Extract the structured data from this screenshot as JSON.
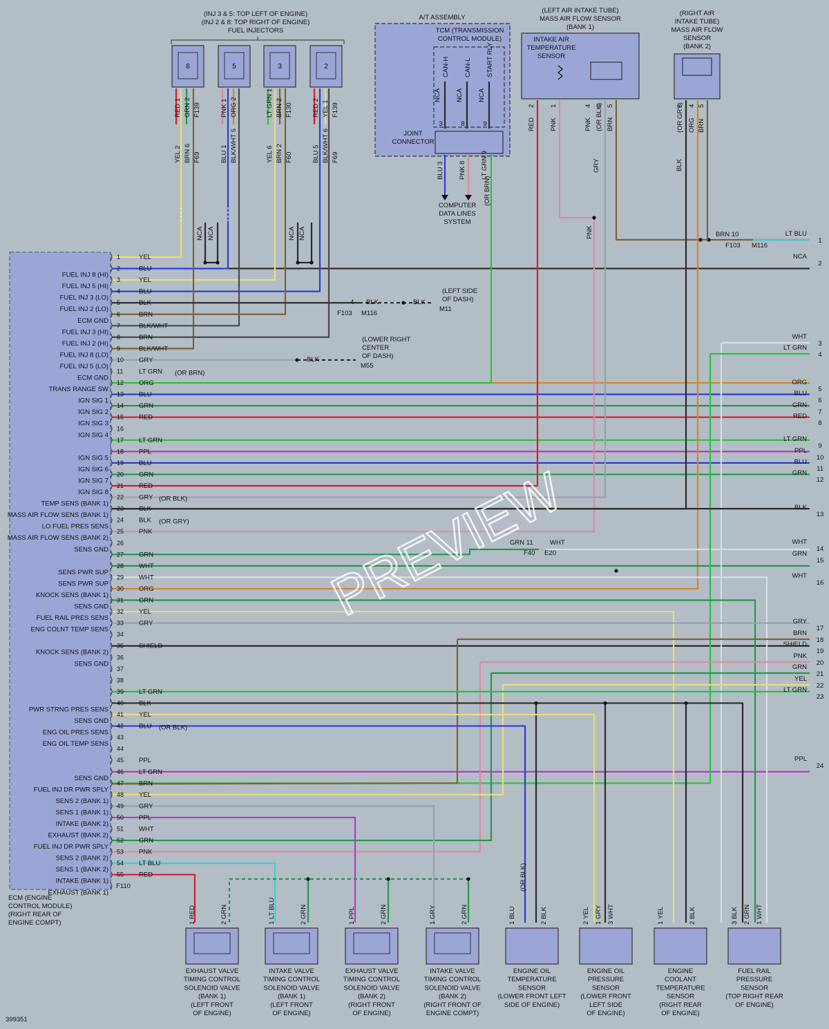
{
  "diagram_id": "399351",
  "watermark": "PREVIEW",
  "colors": {
    "YEL": "#e5e07a",
    "BLU": "#2b3fd6",
    "BLK": "#2a2a2a",
    "BRN": "#7a6238",
    "BLKWHT": "#4a4a4a",
    "GRY": "#9aa1a8",
    "LTGRN": "#2cc13a",
    "ORG": "#d9822b",
    "GRN": "#1f9a46",
    "RED": "#d4202a",
    "PPL": "#b43ac4",
    "PNK": "#d88da0",
    "WHT": "#d9dde0",
    "LTBLU": "#3ad0d8",
    "SHIELD": "#222222"
  },
  "ecm": {
    "title": [
      "ECM (ENGINE",
      "CONTROL MODULE)",
      "(RIGHT REAR OF",
      "ENGINE COMPT)"
    ],
    "connector": "F110",
    "pins": [
      {
        "n": "1",
        "label": "",
        "wire": "YEL"
      },
      {
        "n": "2",
        "label": "FUEL INJ 8 (HI)",
        "wire": "BLU"
      },
      {
        "n": "3",
        "label": "FUEL INJ 5 (HI)",
        "wire": "YEL"
      },
      {
        "n": "4",
        "label": "FUEL INJ 3 (LO)",
        "wire": "BLU"
      },
      {
        "n": "5",
        "label": "FUEL INJ 2 (LO)",
        "wire": "BLK"
      },
      {
        "n": "6",
        "label": "ECM GND",
        "wire": "BRN"
      },
      {
        "n": "7",
        "label": "FUEL INJ 3 (HI)",
        "wire": "BLK/WHT"
      },
      {
        "n": "8",
        "label": "FUEL INJ 2 (HI)",
        "wire": "BRN"
      },
      {
        "n": "9",
        "label": "FUEL INJ 8 (LO)",
        "wire": "BLK/WHT"
      },
      {
        "n": "10",
        "label": "FUEL INJ 5 (LO)",
        "wire": "GRY"
      },
      {
        "n": "11",
        "label": "ECM GND",
        "wire": "LT GRN"
      },
      {
        "n": "12",
        "label": "TRANS RANGE SW",
        "wire": "ORG"
      },
      {
        "n": "13",
        "label": "IGN SIG 1",
        "wire": "BLU"
      },
      {
        "n": "14",
        "label": "IGN SIG 2",
        "wire": "GRN"
      },
      {
        "n": "15",
        "label": "IGN SIG 3",
        "wire": "RED"
      },
      {
        "n": "16",
        "label": "IGN SIG 4",
        "wire": ""
      },
      {
        "n": "17",
        "label": "",
        "wire": "LT GRN"
      },
      {
        "n": "18",
        "label": "IGN SIG 5",
        "wire": "PPL"
      },
      {
        "n": "19",
        "label": "IGN SIG 6",
        "wire": "BLU"
      },
      {
        "n": "20",
        "label": "IGN SIG 7",
        "wire": "GRN"
      },
      {
        "n": "21",
        "label": "IGN SIG 8",
        "wire": "RED"
      },
      {
        "n": "22",
        "label": "TEMP SENS (BANK 1)",
        "wire": "GRY"
      },
      {
        "n": "23",
        "label": "MASS AIR FLOW SENS (BANK 1)",
        "wire": "BLK"
      },
      {
        "n": "24",
        "label": "LO FUEL PRES SENS",
        "wire": "BLK"
      },
      {
        "n": "25",
        "label": "MASS AIR FLOW SENS (BANK 2)",
        "wire": "PNK"
      },
      {
        "n": "26",
        "label": "SENS GND",
        "wire": ""
      },
      {
        "n": "27",
        "label": "",
        "wire": "GRN"
      },
      {
        "n": "28",
        "label": "SENS PWR SUP",
        "wire": "WHT"
      },
      {
        "n": "29",
        "label": "SENS PWR SUP",
        "wire": "WHT"
      },
      {
        "n": "30",
        "label": "KNOCK SENS (BANK 1)",
        "wire": "ORG"
      },
      {
        "n": "31",
        "label": "SENS GND",
        "wire": "GRN"
      },
      {
        "n": "32",
        "label": "FUEL RAIL PRES SENS",
        "wire": "YEL"
      },
      {
        "n": "33",
        "label": "ENG COLNT TEMP SENS",
        "wire": "GRY"
      },
      {
        "n": "34",
        "label": "",
        "wire": ""
      },
      {
        "n": "35",
        "label": "KNOCK SENS (BANK 2)",
        "wire": "SHIELD"
      },
      {
        "n": "36",
        "label": "SENS GND",
        "wire": ""
      },
      {
        "n": "37",
        "label": "",
        "wire": ""
      },
      {
        "n": "38",
        "label": "",
        "wire": ""
      },
      {
        "n": "39",
        "label": "",
        "wire": "LT GRN"
      },
      {
        "n": "40",
        "label": "PWR STRNG PRES SENS",
        "wire": "BLK"
      },
      {
        "n": "41",
        "label": "SENS GND",
        "wire": "YEL"
      },
      {
        "n": "42",
        "label": "ENG OIL PRES SENS",
        "wire": "BLU"
      },
      {
        "n": "43",
        "label": "ENG OIL TEMP SENS",
        "wire": ""
      },
      {
        "n": "44",
        "label": "",
        "wire": ""
      },
      {
        "n": "45",
        "label": "",
        "wire": "PPL"
      },
      {
        "n": "46",
        "label": "SENS GND",
        "wire": "LT GRN"
      },
      {
        "n": "47",
        "label": "FUEL INJ DR PWR SPLY",
        "wire": "BRN"
      },
      {
        "n": "48",
        "label": "SENS 2 (BANK 1)",
        "wire": "YEL"
      },
      {
        "n": "49",
        "label": "SENS 1 (BANK 1)",
        "wire": "GRY"
      },
      {
        "n": "50",
        "label": "INTAKE (BANK 2)",
        "wire": "PPL"
      },
      {
        "n": "51",
        "label": "EXHAUST (BANK 2)",
        "wire": "WHT"
      },
      {
        "n": "52",
        "label": "FUEL INJ DR PWR SPLY",
        "wire": "GRN"
      },
      {
        "n": "53",
        "label": "SENS 2 (BANK 2)",
        "wire": "PNK"
      },
      {
        "n": "54",
        "label": "SENS 1 (BANK 2)",
        "wire": "LT BLU"
      },
      {
        "n": "55",
        "label": "INTAKE (BANK 1)",
        "wire": "RED"
      },
      {
        "n": "",
        "label": "EXHAUST (BANK 1)",
        "wire": ""
      }
    ],
    "notes": {
      "11": "(OR BRN)",
      "22": "(OR BLK)",
      "24": "(OR GRY)",
      "42": "(OR BLK)"
    }
  },
  "injectors": {
    "title": [
      "(INJ 3 & 5: TOP LEFT OF ENGINE)",
      "(INJ 2 & 8: TOP RIGHT OF ENGINE)",
      "FUEL INJECTORS"
    ],
    "items": [
      {
        "num": "8",
        "top": [
          "RED 1",
          "GRN 2",
          "F139"
        ],
        "bot": [
          "YEL 2",
          "BRN 6",
          "F69"
        ]
      },
      {
        "num": "5",
        "top": [
          "PNK 1",
          "ORG 2"
        ],
        "bot": [
          "BLU 1",
          "BLK/WHT 5"
        ]
      },
      {
        "num": "3",
        "top": [
          "LT GRN 1",
          "BRN 2",
          "F130"
        ],
        "bot": [
          "YEL 6",
          "BRN 2",
          "F60"
        ]
      },
      {
        "num": "2",
        "top": [
          "RED 2",
          "YEL 1",
          "F139"
        ],
        "bot": [
          "BLU 5",
          "BLK/WHT 6",
          "F69"
        ]
      }
    ],
    "nca": "NCA"
  },
  "at_assembly": {
    "title": "A/T ASSEMBLY",
    "tcm": [
      "TCM (TRANSMISSION",
      "CONTROL MODULE)"
    ],
    "pins": [
      "CAN-H",
      "CAN-L",
      "START RLY"
    ],
    "nca": "NCA",
    "nums": [
      "3",
      "8",
      "9"
    ],
    "joint": [
      "JOINT",
      "CONNECTOR"
    ],
    "out": [
      {
        "c": "BLU",
        "n": "3"
      },
      {
        "c": "PNK",
        "n": "8"
      },
      {
        "c": "LT GRN",
        "n": "9"
      }
    ],
    "or_brn": "(OR BRN)",
    "cdl": [
      "COMPUTER",
      "DATA LINES",
      "SYSTEM"
    ]
  },
  "maf1": {
    "title": [
      "(LEFT AIR INTAKE TUBE)",
      "MASS AIR FLOW SENSOR",
      "(BANK 1)"
    ],
    "iat": [
      "INTAKE AIR",
      "TEMPERATURE",
      "SENSOR"
    ],
    "wires": [
      {
        "c": "RED",
        "n": "2"
      },
      {
        "c": "PNK",
        "n": "1"
      },
      {
        "c": "PNK",
        "n": "4"
      },
      {
        "c": "(OR BLK)",
        "n": "3"
      },
      {
        "c": "BRN",
        "n": "5"
      }
    ],
    "gry": "GRY"
  },
  "maf2": {
    "title": [
      "(RIGHT AIR",
      "INTAKE TUBE)",
      "MASS AIR FLOW",
      "SENSOR",
      "(BANK 2)"
    ],
    "wires": [
      {
        "c": "(OR GRY)",
        "n": "3"
      },
      {
        "c": "ORG",
        "n": "4"
      },
      {
        "c": "BRN",
        "n": "5"
      }
    ],
    "blk": "BLK"
  },
  "splices": {
    "s1": {
      "left": "BRN 10",
      "c1": "F103",
      "c2": "M116",
      "right": "LT BLU"
    },
    "s2": {
      "num": "4",
      "left": "BLK",
      "c1": "F103",
      "c2": "M116",
      "right": "BLK",
      "gnd": "M11",
      "loc": [
        "(LEFT SIDE",
        "OF DASH)"
      ]
    },
    "s3": {
      "wire": "BLK",
      "gnd": "M55",
      "loc": [
        "(LOWER RIGHT",
        "CENTER",
        "OF DASH)"
      ]
    },
    "s4": {
      "left": "GRN 11",
      "c1": "F40",
      "c2": "E20",
      "right": "WHT"
    }
  },
  "right_side": [
    {
      "n": "1",
      "c": "LT BLU"
    },
    {
      "n": "2",
      "c": "NCA"
    },
    {
      "n": "3",
      "c": "WHT"
    },
    {
      "n": "4",
      "c": "LT GRN"
    },
    {
      "n": "5",
      "c": "ORG"
    },
    {
      "n": "6",
      "c": "BLU"
    },
    {
      "n": "7",
      "c": "GRN"
    },
    {
      "n": "8",
      "c": "RED"
    },
    {
      "n": "9",
      "c": "LT GRN"
    },
    {
      "n": "10",
      "c": "PPL"
    },
    {
      "n": "11",
      "c": "BLU"
    },
    {
      "n": "12",
      "c": "GRN"
    },
    {
      "n": "13",
      "c": "BLK"
    },
    {
      "n": "14",
      "c": "WHT"
    },
    {
      "n": "15",
      "c": "GRN"
    },
    {
      "n": "16",
      "c": "WHT"
    },
    {
      "n": "17",
      "c": "GRY"
    },
    {
      "n": "18",
      "c": "BRN"
    },
    {
      "n": "19",
      "c": "SHIELD"
    },
    {
      "n": "20",
      "c": "PNK"
    },
    {
      "n": "21",
      "c": "GRN"
    },
    {
      "n": "22",
      "c": "YEL"
    },
    {
      "n": "23",
      "c": "LT GRN"
    },
    {
      "n": "24",
      "c": "PPL"
    }
  ],
  "bottom": [
    {
      "name": [
        "EXHAUST VALVE",
        "TIMING CONTROL",
        "SOLENOID VALVE",
        "(BANK 1)",
        "(LEFT FRONT",
        "OF ENGINE)"
      ],
      "w": [
        {
          "c": "RED",
          "n": "1"
        },
        {
          "c": "GRN",
          "n": "2"
        }
      ]
    },
    {
      "name": [
        "INTAKE VALVE",
        "TIMING CONTROL",
        "SOLENOID VALVE",
        "(BANK 1)",
        "(LEFT FRONT",
        "OF ENGINE)"
      ],
      "w": [
        {
          "c": "LT BLU",
          "n": "1"
        },
        {
          "c": "GRN",
          "n": "2"
        }
      ]
    },
    {
      "name": [
        "EXHAUST VALVE",
        "TIMING CONTROL",
        "SOLENOID VALVE",
        "(BANK 2)",
        "(RIGHT FRONT",
        "OF ENGINE)"
      ],
      "w": [
        {
          "c": "PPL",
          "n": "1"
        },
        {
          "c": "GRN",
          "n": "2"
        }
      ]
    },
    {
      "name": [
        "INTAKE VALVE",
        "TIMING CONTROL",
        "SOLENOID VALVE",
        "(BANK 2)",
        "(RIGHT FRONT OF",
        "ENGINE COMPT)"
      ],
      "w": [
        {
          "c": "GRY",
          "n": "1"
        },
        {
          "c": "GRN",
          "n": "2"
        }
      ]
    },
    {
      "name": [
        "ENGINE OIL",
        "TEMPERATURE",
        "SENSOR",
        "(LOWER FRONT LEFT",
        "SIDE OF ENGINE)"
      ],
      "w": [
        {
          "c": "BLU",
          "n": "1"
        },
        {
          "c": "BLK",
          "n": "2"
        }
      ],
      "note": "(OR BLK)"
    },
    {
      "name": [
        "ENGINE OIL",
        "PRESSURE",
        "SENSOR",
        "(LOWER FRONT",
        "LEFT SIDE",
        "OF ENGINE)"
      ],
      "w": [
        {
          "c": "YEL",
          "n": "2"
        },
        {
          "c": "GRY",
          "n": "1"
        },
        {
          "c": "WHT",
          "n": "3"
        }
      ]
    },
    {
      "name": [
        "ENGINE",
        "COOLANT",
        "TEMPERATURE",
        "SENSOR",
        "(RIGHT REAR",
        "OF ENGINE)"
      ],
      "w": [
        {
          "c": "YEL",
          "n": "1"
        },
        {
          "c": "BLK",
          "n": "2"
        }
      ]
    },
    {
      "name": [
        "FUEL RAIL",
        "PRESSURE",
        "SENSOR",
        "(TOP RIGHT REAR",
        "OF ENGINE)"
      ],
      "w": [
        {
          "c": "BLK",
          "n": "3"
        },
        {
          "c": "GRN",
          "n": "2"
        },
        {
          "c": "WHT",
          "n": "1"
        }
      ]
    }
  ]
}
